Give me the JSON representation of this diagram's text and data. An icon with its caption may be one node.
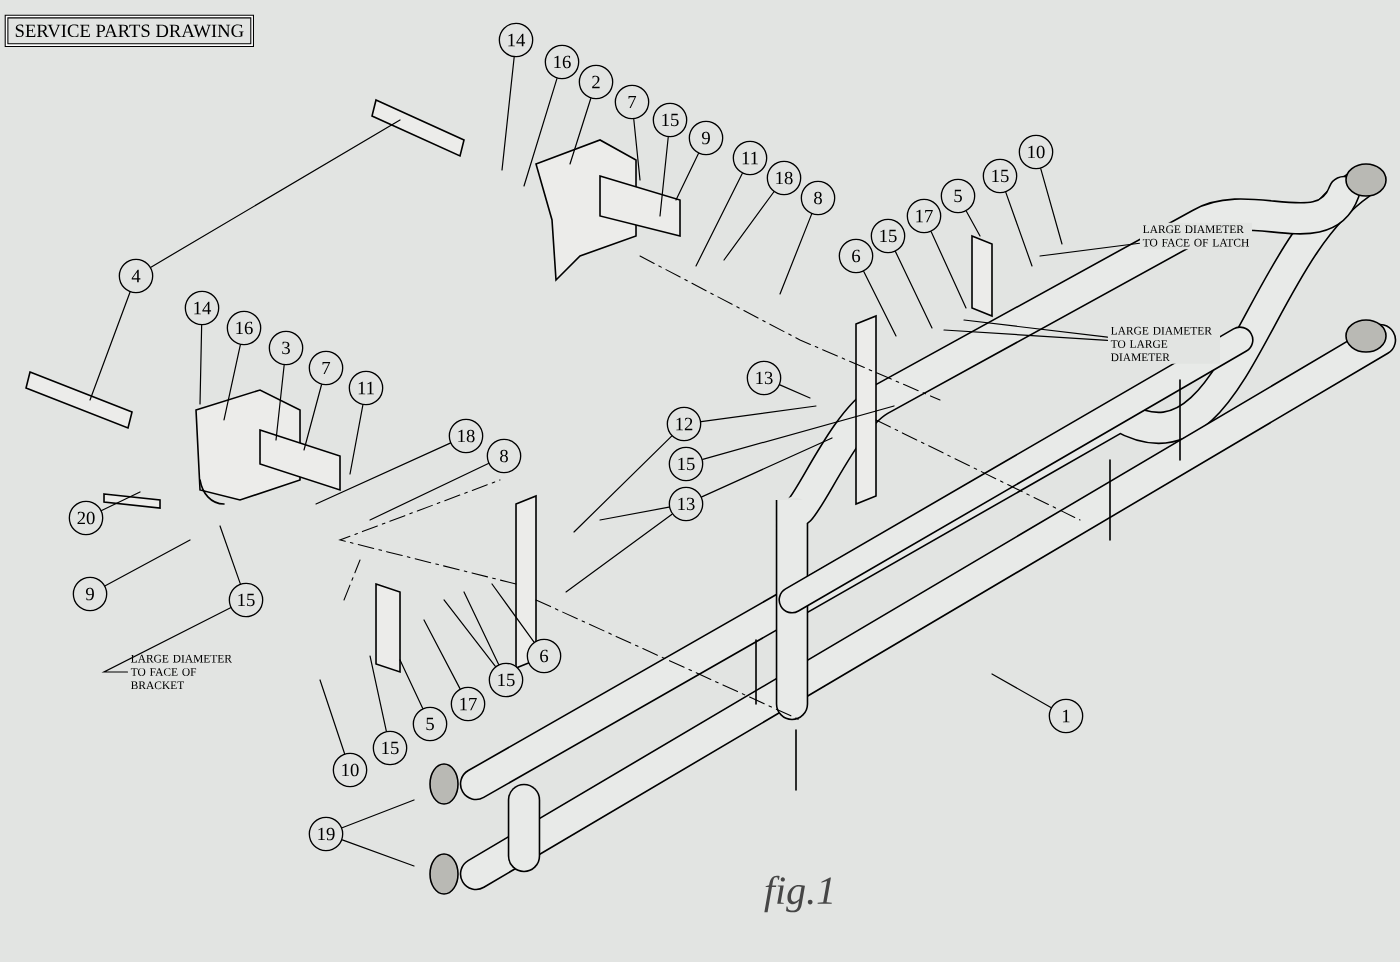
{
  "diagram": {
    "title": "SERVICE PARTS DRAWING",
    "caption": "fig.1",
    "nodes": [
      {
        "text": [
          "14"
        ]
      },
      {
        "text": [
          "16"
        ]
      },
      {
        "text": [
          "2"
        ]
      },
      {
        "text": [
          "7"
        ]
      },
      {
        "text": [
          "15"
        ]
      },
      {
        "text": [
          "9"
        ]
      },
      {
        "text": [
          "10"
        ]
      },
      {
        "text": [
          "11"
        ]
      },
      {
        "text": [
          "15"
        ]
      },
      {
        "text": [
          "18"
        ]
      },
      {
        "text": [
          "8"
        ]
      },
      {
        "text": [
          "5"
        ]
      },
      {
        "text": [
          "17"
        ]
      },
      {
        "text": [
          "15"
        ]
      },
      {
        "text": [
          "LARGE DIAMETER TO FACE OF LATCH"
        ]
      },
      {
        "text": [
          "6"
        ]
      },
      {
        "text": [
          "4"
        ]
      },
      {
        "text": [
          "14"
        ]
      },
      {
        "text": [
          "16"
        ]
      },
      {
        "text": [
          "LARGE DIAMETER TO LARGE DIAMETER"
        ]
      },
      {
        "text": [
          "3"
        ]
      },
      {
        "text": [
          "7"
        ]
      },
      {
        "text": [
          "13"
        ]
      },
      {
        "text": [
          "11"
        ]
      },
      {
        "text": [
          "12"
        ]
      },
      {
        "text": [
          "18"
        ]
      },
      {
        "text": [
          "8"
        ]
      },
      {
        "text": [
          "15"
        ]
      },
      {
        "text": [
          "13"
        ]
      },
      {
        "text": [
          "20"
        ]
      },
      {
        "text": [
          "9"
        ]
      },
      {
        "text": [
          "15"
        ]
      },
      {
        "text": [
          "6"
        ]
      },
      {
        "text": [
          "LARGE DIAMETER TO FACE OF BRACKET"
        ]
      },
      {
        "text": [
          "15"
        ]
      },
      {
        "text": [
          "17"
        ]
      },
      {
        "text": [
          "1"
        ]
      },
      {
        "text": [
          "5"
        ]
      },
      {
        "text": [
          "15"
        ]
      },
      {
        "text": [
          "10"
        ]
      },
      {
        "text": [
          "19"
        ]
      }
    ],
    "edges": [
      {
        "from": 0,
        "to": null,
        "arrow": "none"
      },
      {
        "from": 1,
        "to": null,
        "arrow": "none"
      },
      {
        "from": 2,
        "to": null,
        "arrow": "none"
      },
      {
        "from": 3,
        "to": null,
        "arrow": "none"
      },
      {
        "from": 4,
        "to": null,
        "arrow": "none"
      },
      {
        "from": 5,
        "to": null,
        "arrow": "none"
      },
      {
        "from": 6,
        "to": null,
        "arrow": "none"
      },
      {
        "from": 7,
        "to": null,
        "arrow": "none"
      },
      {
        "from": 8,
        "to": null,
        "arrow": "none"
      },
      {
        "from": 9,
        "to": null,
        "arrow": "none"
      },
      {
        "from": 10,
        "to": null,
        "arrow": "none"
      },
      {
        "from": 11,
        "to": null,
        "arrow": "none"
      },
      {
        "from": 12,
        "to": null,
        "arrow": "none"
      },
      {
        "from": 13,
        "to": null,
        "arrow": "none"
      },
      {
        "from": 14,
        "to": null,
        "arrow": "none"
      },
      {
        "from": 15,
        "to": null,
        "arrow": "none"
      },
      {
        "from": 16,
        "to": null,
        "arrow": "none"
      },
      {
        "from": 16,
        "to": null,
        "arrow": "none"
      },
      {
        "from": 17,
        "to": null,
        "arrow": "none"
      },
      {
        "from": 18,
        "to": null,
        "arrow": "none"
      },
      {
        "from": 19,
        "to": null,
        "arrow": "none"
      },
      {
        "from": 19,
        "to": null,
        "arrow": "none"
      },
      {
        "from": 20,
        "to": null,
        "arrow": "none"
      },
      {
        "from": 21,
        "to": null,
        "arrow": "none"
      },
      {
        "from": 22,
        "to": null,
        "arrow": "none"
      },
      {
        "from": 23,
        "to": null,
        "arrow": "none"
      },
      {
        "from": 24,
        "to": null,
        "arrow": "none"
      },
      {
        "from": 24,
        "to": null,
        "arrow": "none"
      },
      {
        "from": 25,
        "to": null,
        "arrow": "none"
      },
      {
        "from": 26,
        "to": null,
        "arrow": "none"
      },
      {
        "from": 27,
        "to": null,
        "arrow": "none"
      },
      {
        "from": 28,
        "to": null,
        "arrow": "none"
      },
      {
        "from": 28,
        "to": null,
        "arrow": "none"
      },
      {
        "from": 28,
        "to": null,
        "arrow": "none"
      },
      {
        "from": 29,
        "to": null,
        "arrow": "none"
      },
      {
        "from": 30,
        "to": null,
        "arrow": "none"
      },
      {
        "from": 31,
        "to": null,
        "arrow": "none"
      },
      {
        "from": 33,
        "to": 31,
        "arrow": "none"
      },
      {
        "from": 32,
        "to": null,
        "arrow": "none"
      },
      {
        "from": 34,
        "to": null,
        "arrow": "none"
      },
      {
        "from": 34,
        "to": null,
        "arrow": "none"
      },
      {
        "from": 35,
        "to": null,
        "arrow": "none"
      },
      {
        "from": 36,
        "to": null,
        "arrow": "none"
      },
      {
        "from": 37,
        "to": null,
        "arrow": "none"
      },
      {
        "from": 38,
        "to": null,
        "arrow": "none"
      },
      {
        "from": 39,
        "to": null,
        "arrow": "none"
      },
      {
        "from": 40,
        "to": null,
        "arrow": "none"
      },
      {
        "from": 40,
        "to": null,
        "arrow": "none"
      }
    ]
  }
}
